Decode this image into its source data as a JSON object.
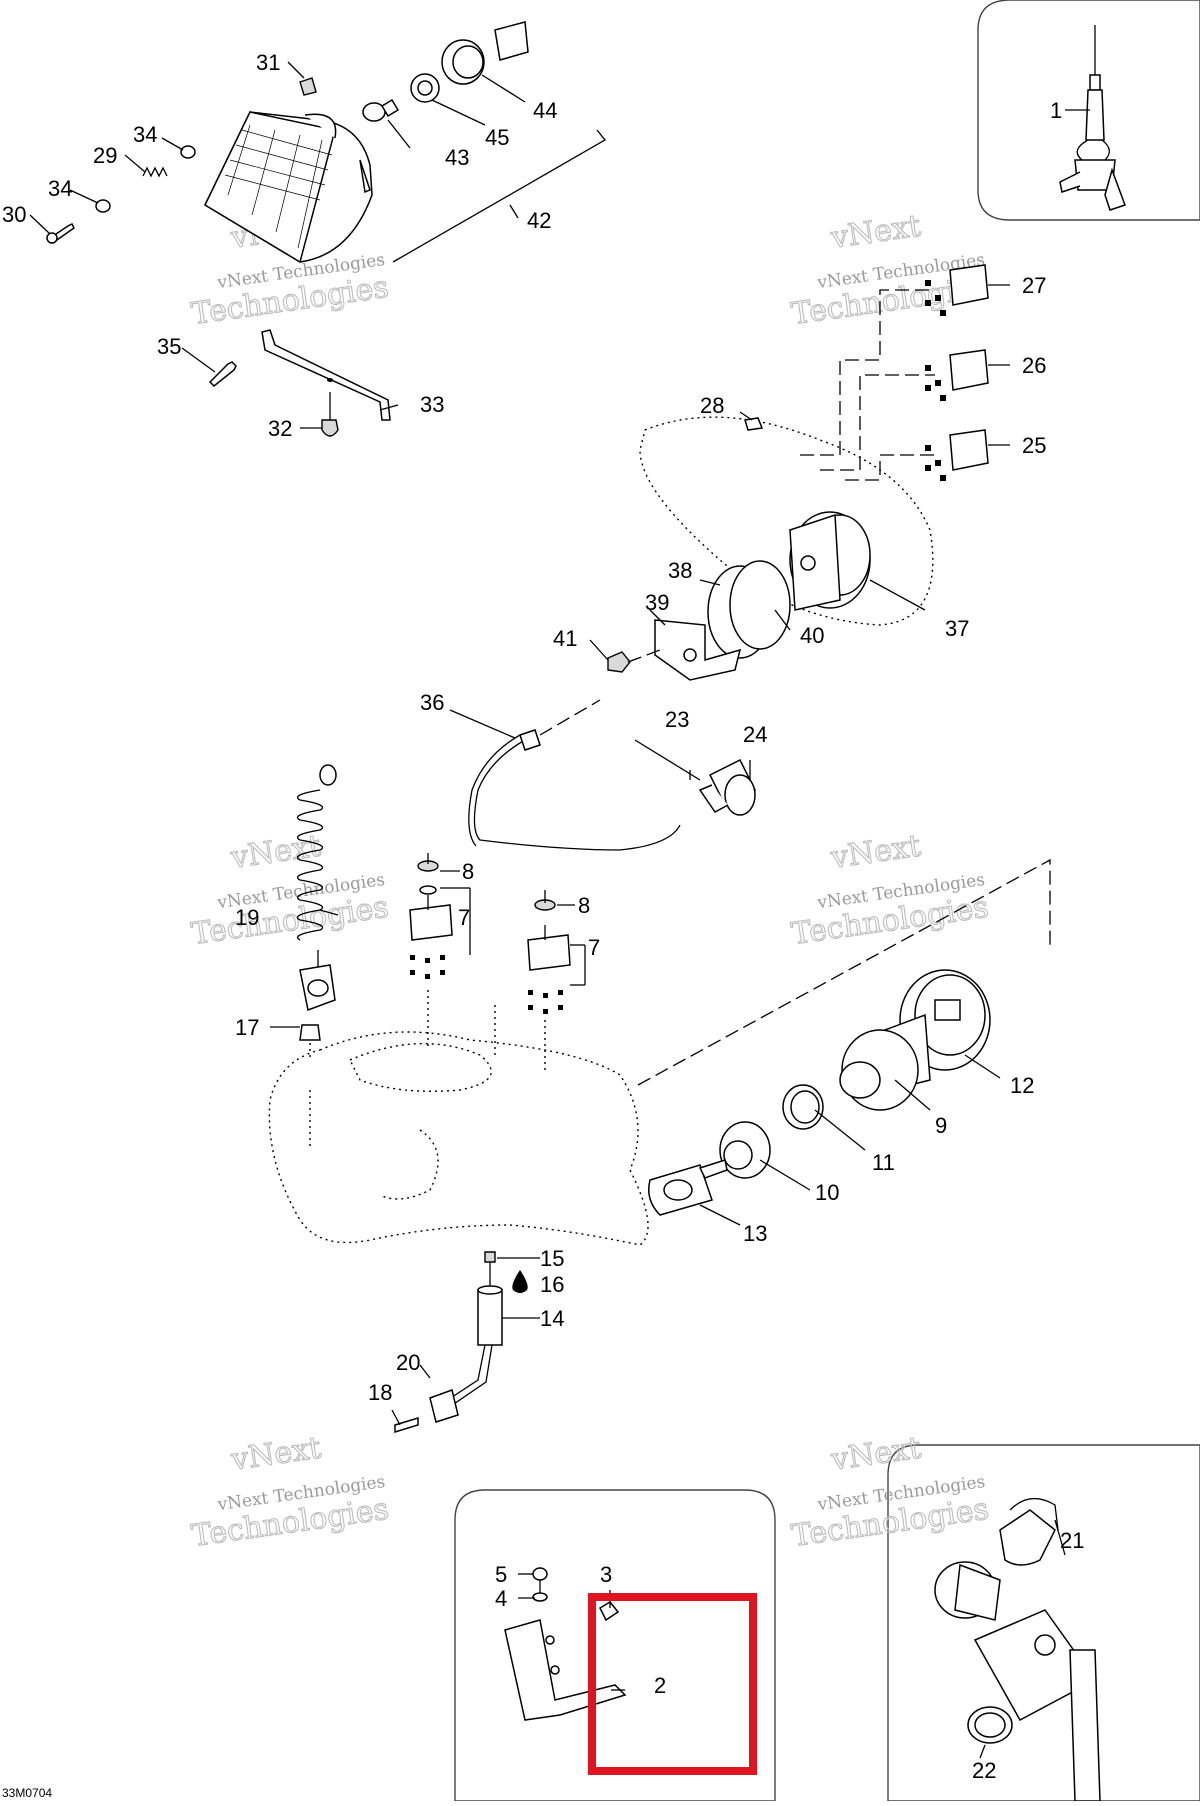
{
  "diagram_code": "33M0704",
  "watermark": {
    "line1": "vNext Technologies",
    "line2": "Technologies",
    "line3": "vNext"
  },
  "callouts": {
    "c1": "1",
    "c2": "2",
    "c3": "3",
    "c4": "4",
    "c5": "5",
    "c7a": "7",
    "c7b": "7",
    "c8a": "8",
    "c8b": "8",
    "c9": "9",
    "c10": "10",
    "c11": "11",
    "c12": "12",
    "c13": "13",
    "c14": "14",
    "c15": "15",
    "c16": "16",
    "c17": "17",
    "c18": "18",
    "c19": "19",
    "c20": "20",
    "c21": "21",
    "c22": "22",
    "c23": "23",
    "c24": "24",
    "c25": "25",
    "c26": "26",
    "c27": "27",
    "c28": "28",
    "c29": "29",
    "c30": "30",
    "c31": "31",
    "c32": "32",
    "c33": "33",
    "c34a": "34",
    "c34b": "34",
    "c35": "35",
    "c36": "36",
    "c37": "37",
    "c38": "38",
    "c39": "39",
    "c40": "40",
    "c41": "41",
    "c42": "42",
    "c43": "43",
    "c44": "44",
    "c45": "45"
  },
  "highlight": {
    "color": "#e0141e"
  }
}
